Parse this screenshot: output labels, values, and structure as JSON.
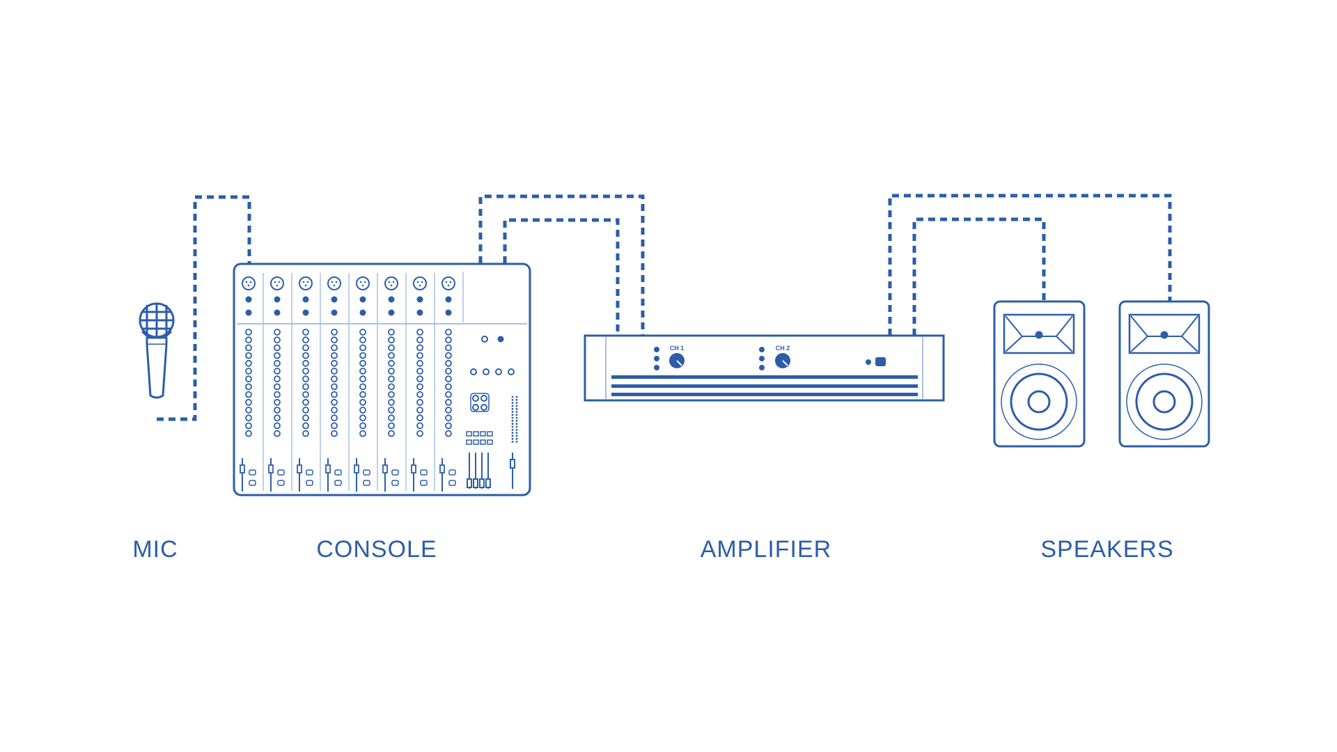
{
  "colors": {
    "line": "#2B5DA9",
    "background": "#ffffff"
  },
  "labels": {
    "mic": "MIC",
    "console": "CONSOLE",
    "amplifier": "AMPLIFIER",
    "speakers": "SPEAKERS"
  },
  "amplifier": {
    "ch1_label": "CH 1",
    "ch2_label": "CH 2"
  },
  "icons": {
    "mic": "microphone-icon",
    "console": "mixing-console-icon",
    "amplifier": "power-amplifier-icon",
    "speakers": "speaker-cabinet-icon"
  },
  "connections": [
    {
      "from": "mic",
      "to": "console"
    },
    {
      "from": "console",
      "to": "amplifier"
    },
    {
      "from": "console",
      "to": "amplifier"
    },
    {
      "from": "amplifier",
      "to": "speakers"
    },
    {
      "from": "amplifier",
      "to": "speakers"
    }
  ]
}
